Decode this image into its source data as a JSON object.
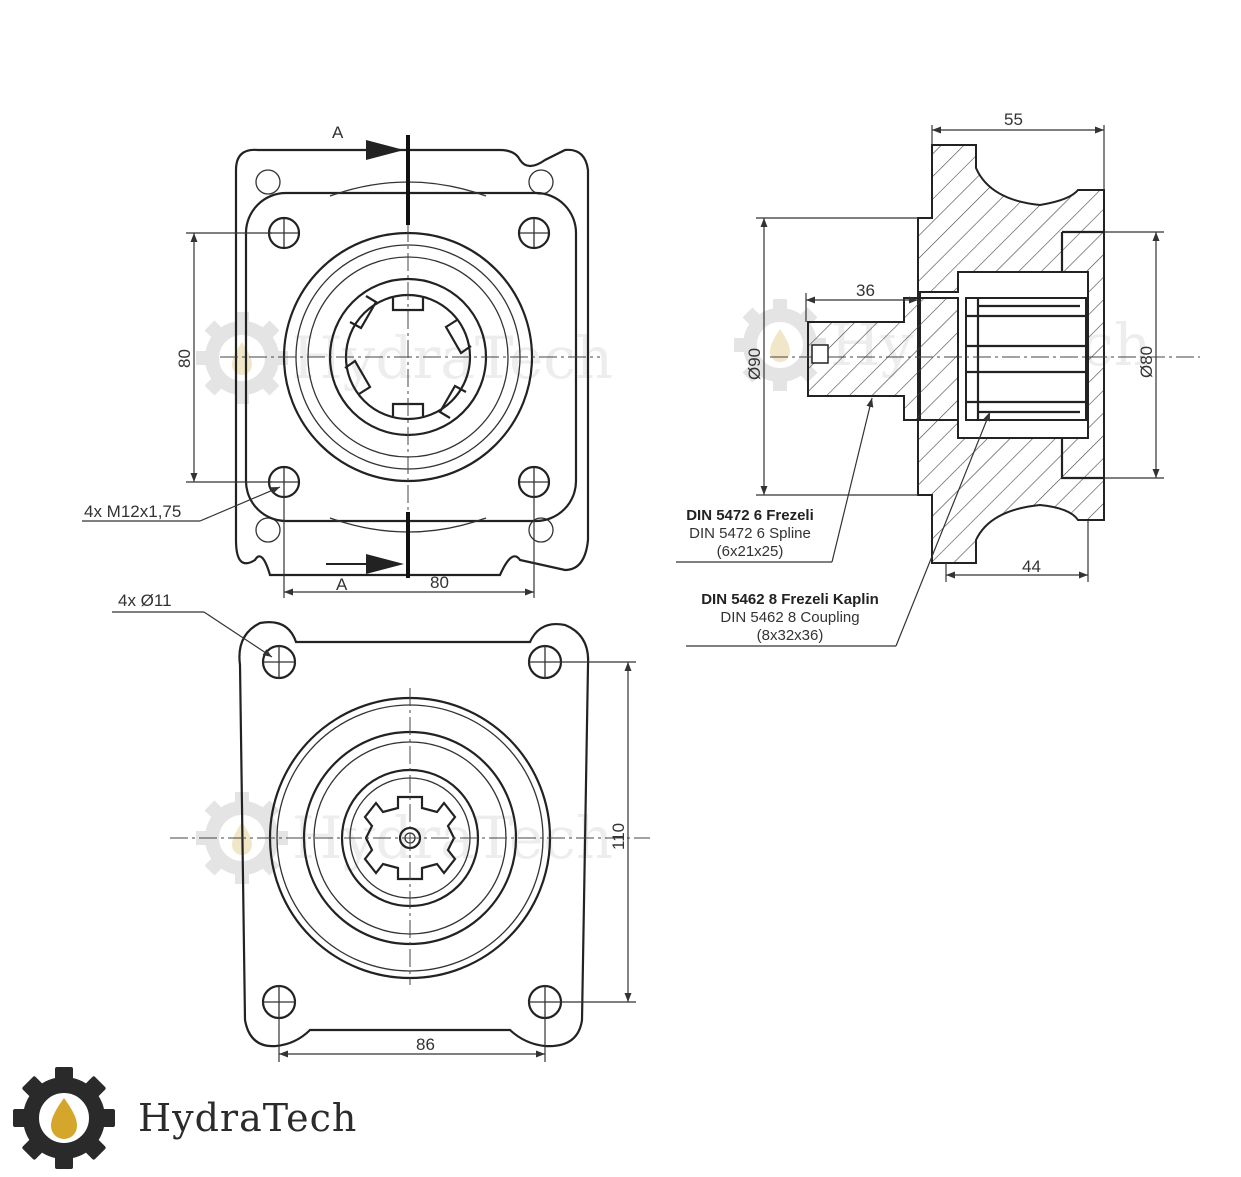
{
  "brand": {
    "name": "HydraTech",
    "watermark": "HydraTech",
    "gear_color": "#2a2a2a",
    "drop_color": "#d4a72c"
  },
  "front_view": {
    "section_label_top": "A",
    "section_label_bottom": "A",
    "dim_vertical": "80",
    "dim_horizontal": "80",
    "bolt_callout": "4x M12x1,75"
  },
  "bottom_view": {
    "hole_callout": "4x Ø11",
    "dim_vertical": "110",
    "dim_horizontal": "86"
  },
  "section_view": {
    "dim_overall_length": "55",
    "dim_spline_length": "36",
    "dim_coupling_length": "44",
    "dim_outer_diameter": "Ø90",
    "dim_bore_diameter": "Ø80"
  },
  "notes": {
    "spline_tr": "DIN 5472 6 Frezeli",
    "spline_en": "DIN 5472 6 Spline",
    "spline_size": "(6x21x25)",
    "coupling_tr": "DIN 5462 8 Frezeli Kaplin",
    "coupling_en": "DIN 5462 8 Coupling",
    "coupling_size": "(8x32x36)"
  }
}
